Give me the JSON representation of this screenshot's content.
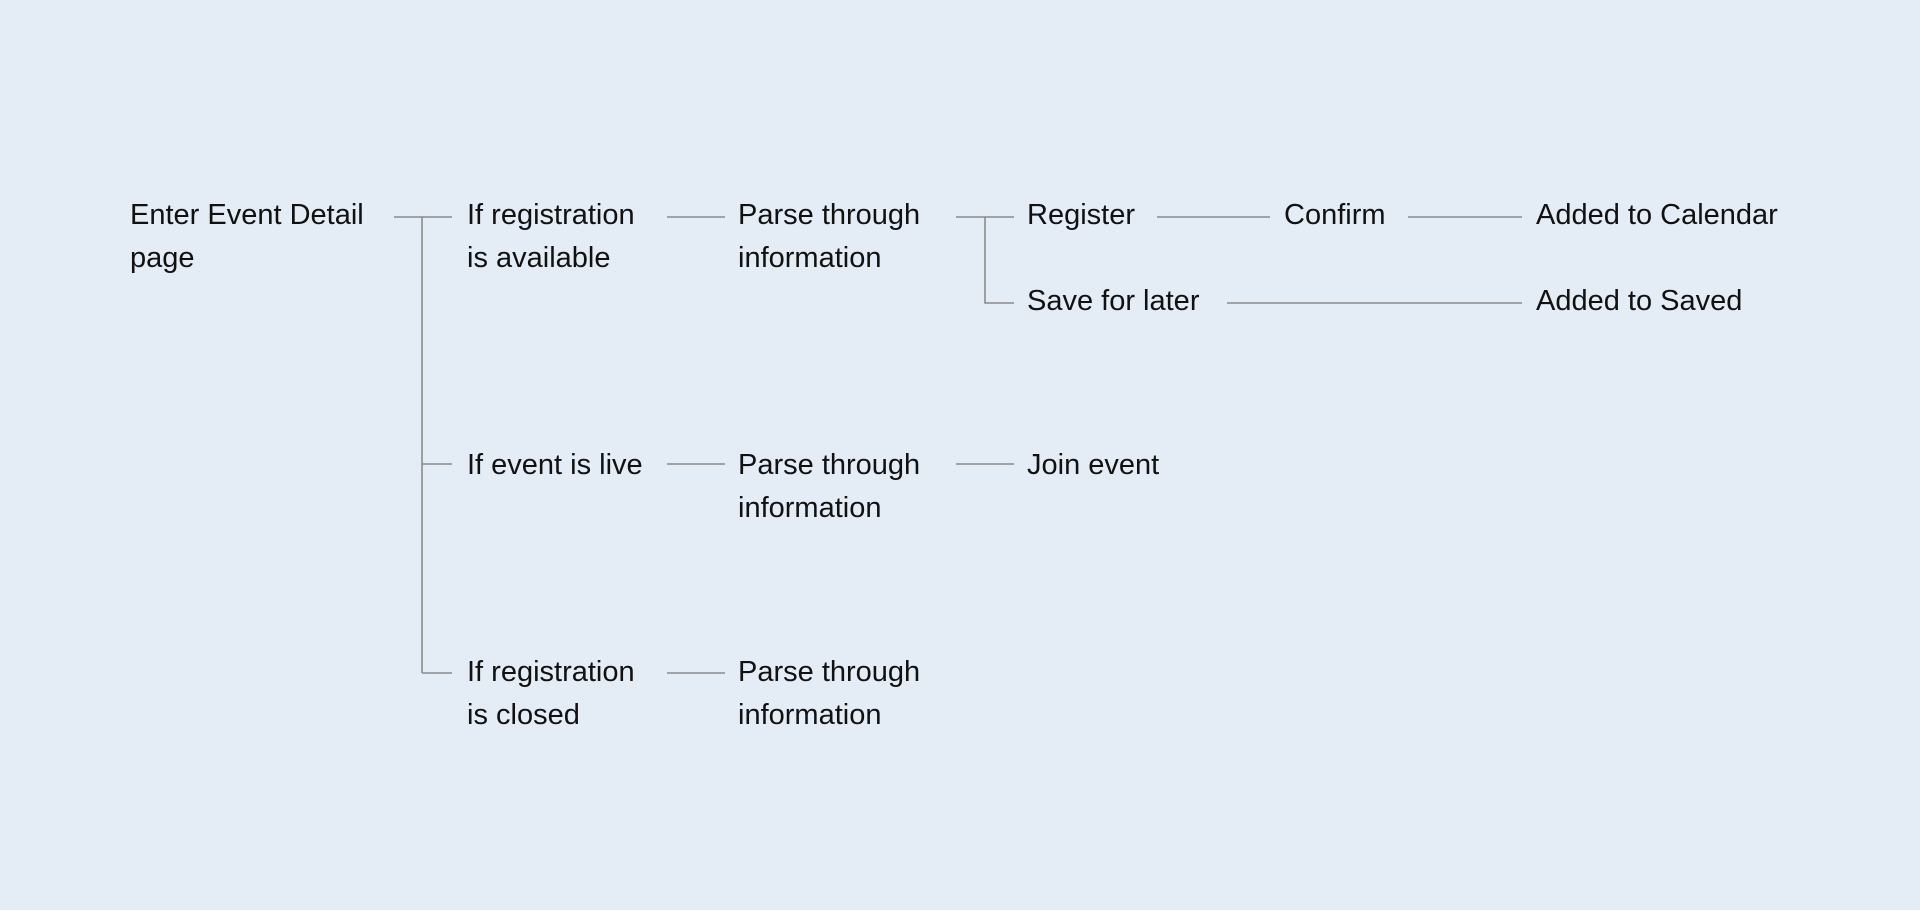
{
  "nodes": {
    "enter": {
      "line1": "Enter Event Detail",
      "line2": "page"
    },
    "registration_available": {
      "line1": "If registration",
      "line2": "is available"
    },
    "parse_1": {
      "line1": "Parse through",
      "line2": "information"
    },
    "register": {
      "line1": "Register"
    },
    "confirm": {
      "line1": "Confirm"
    },
    "added_calendar": {
      "line1": "Added to Calendar"
    },
    "save_later": {
      "line1": "Save for later"
    },
    "added_saved": {
      "line1": "Added to Saved"
    },
    "event_live": {
      "line1": "If event is live"
    },
    "parse_2": {
      "line1": "Parse through",
      "line2": "information"
    },
    "join_event": {
      "line1": "Join event"
    },
    "registration_closed": {
      "line1": "If registration",
      "line2": "is closed"
    },
    "parse_3": {
      "line1": "Parse through",
      "line2": "information"
    }
  },
  "colors": {
    "background": "#e4ecf6",
    "connector": "#8a8a8a",
    "text": "#111111"
  }
}
